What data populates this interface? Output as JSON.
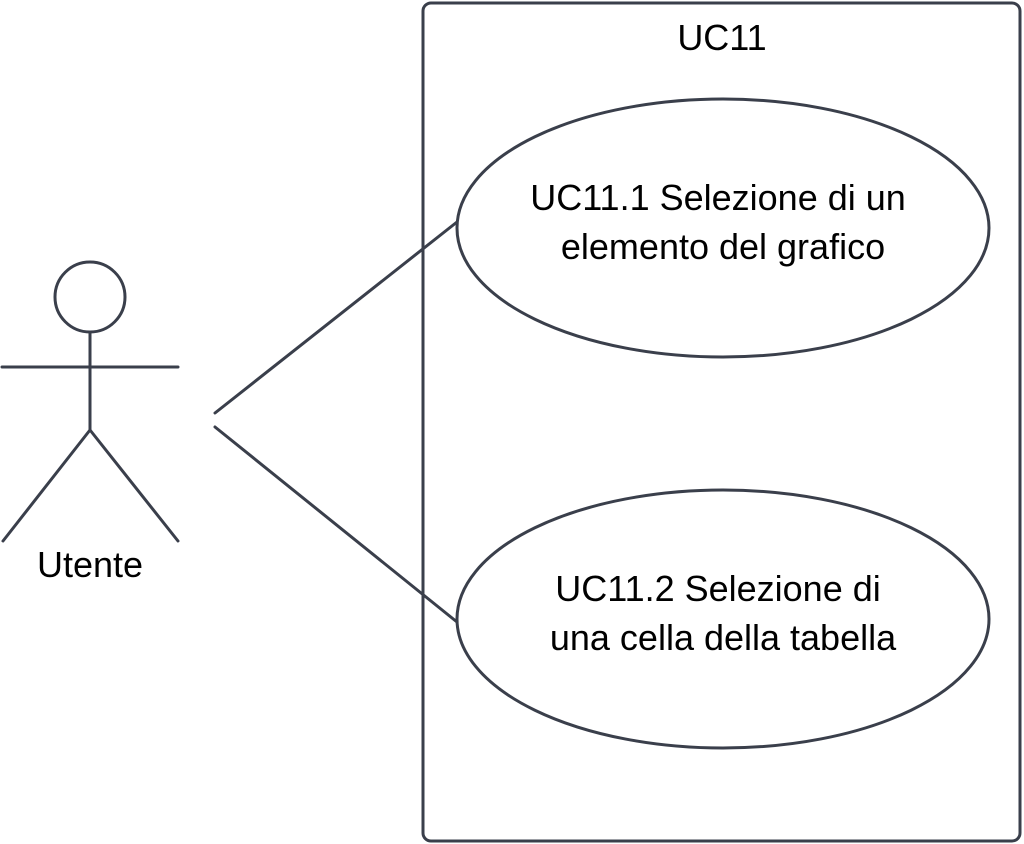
{
  "diagram": {
    "system": {
      "title": "UC11"
    },
    "actor": {
      "name": "Utente"
    },
    "use_cases": [
      {
        "lines": [
          "UC11.1 Selezione di un",
          "elemento del grafico"
        ]
      },
      {
        "lines": [
          "UC11.2 Selezione di",
          "una cella della tabella"
        ]
      }
    ]
  },
  "colors": {
    "stroke": "#3a3f4b",
    "text": "#000000",
    "background": "#ffffff"
  }
}
